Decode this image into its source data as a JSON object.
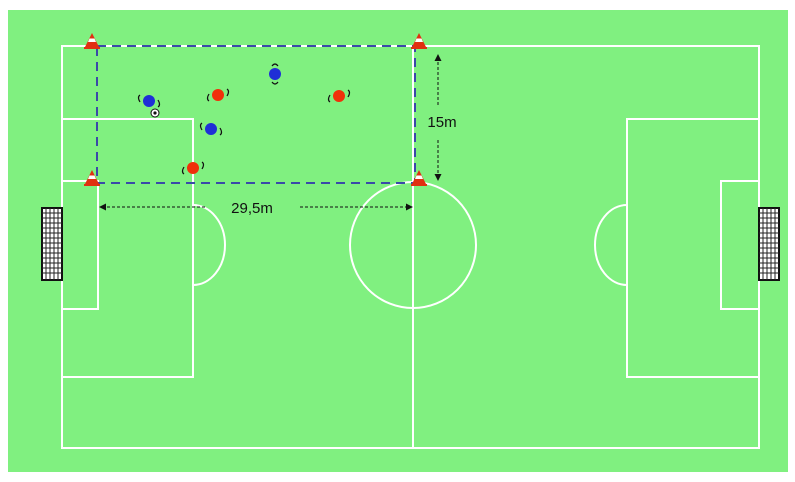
{
  "colors": {
    "grass": "#80f080",
    "lines": "#ffffff",
    "drill_area": "#3a4aa8",
    "team_red": "#f0300a",
    "team_blue": "#1f2fd6",
    "cone_red": "#e03010",
    "cone_white": "#ffffff",
    "goal_net": "#222222"
  },
  "drill": {
    "width_label": "29,5m",
    "height_label": "15m"
  },
  "players": [
    {
      "team": "blue",
      "label": "player"
    },
    {
      "team": "red",
      "label": "player"
    },
    {
      "team": "blue",
      "label": "player"
    },
    {
      "team": "red",
      "label": "player"
    },
    {
      "team": "blue",
      "label": "player"
    },
    {
      "team": "red",
      "label": "player"
    }
  ],
  "icons": {
    "cone": "cone-icon",
    "ball": "ball-icon",
    "goal": "goal-icon"
  }
}
